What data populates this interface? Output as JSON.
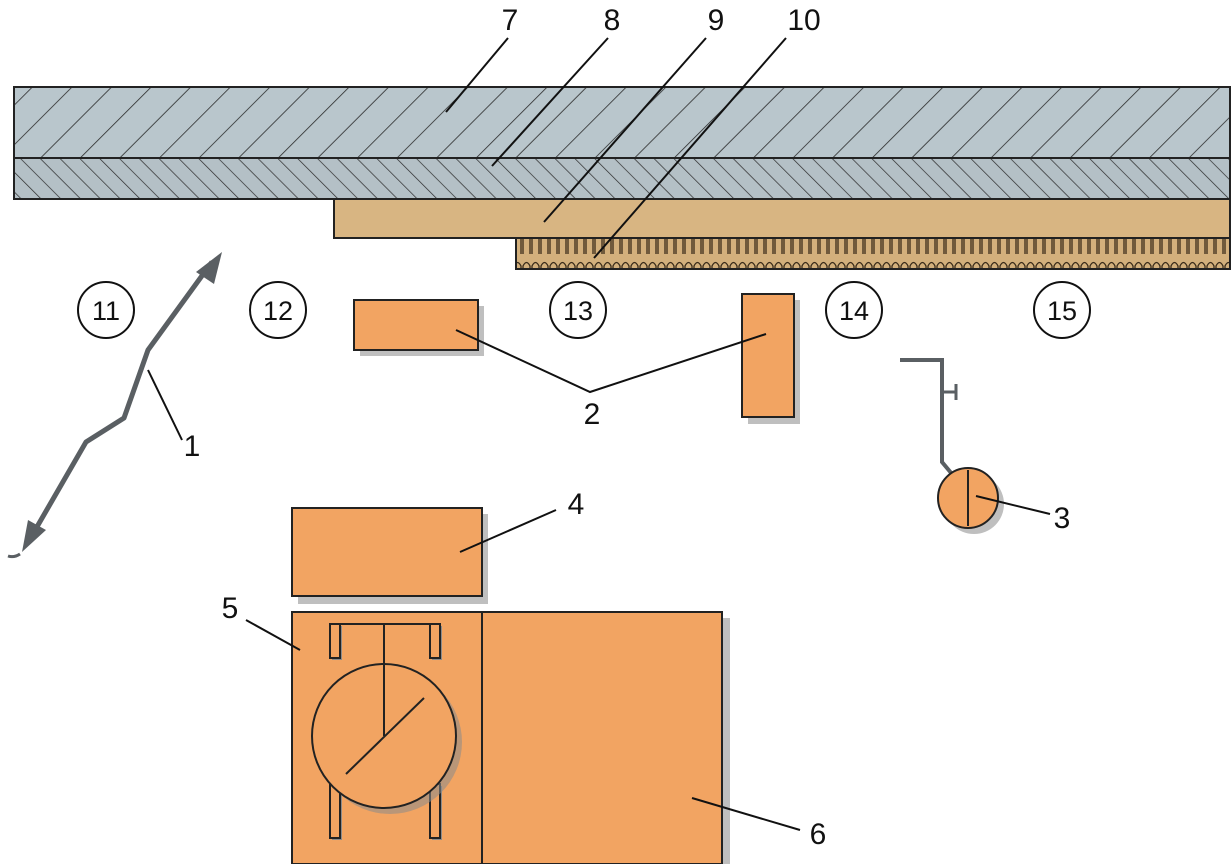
{
  "labels": {
    "l1": "1",
    "l2": "2",
    "l3": "3",
    "l4": "4",
    "l5": "5",
    "l6": "6",
    "l7": "7",
    "l8": "8",
    "l9": "9",
    "l10": "10"
  },
  "zones": {
    "z11": "11",
    "z12": "12",
    "z13": "13",
    "z14": "14",
    "z15": "15"
  },
  "colors": {
    "equipment": "#F2A462",
    "layer_top": "#B9C6CC",
    "layer_second": "#B4C0C6",
    "layer_third": "#D8B582",
    "layer_fourth": "#D3B07C",
    "path": "#5A5F63"
  }
}
